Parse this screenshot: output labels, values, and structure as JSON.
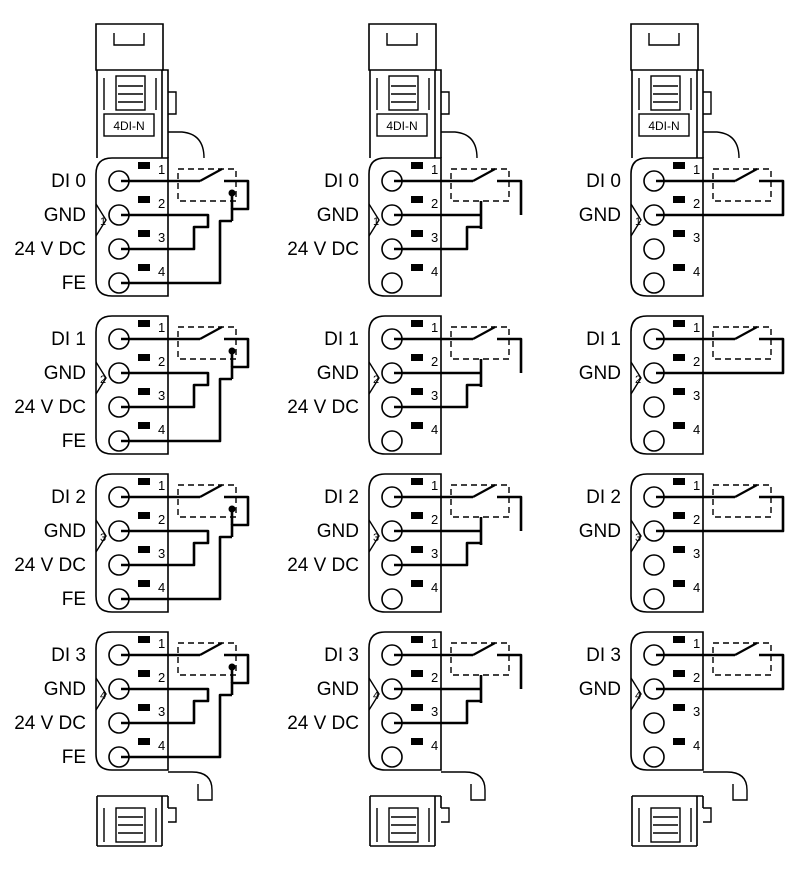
{
  "module_name": "4DI-N",
  "colors": {
    "line": "#000000",
    "background": "#ffffff"
  },
  "variants": [
    {
      "id": "four-wire",
      "blocks": [
        {
          "group": "1",
          "labels": [
            "DI 0",
            "GND",
            "24 V DC",
            "FE"
          ]
        },
        {
          "group": "2",
          "labels": [
            "DI 1",
            "GND",
            "24 V DC",
            "FE"
          ]
        },
        {
          "group": "3",
          "labels": [
            "DI 2",
            "GND",
            "24 V DC",
            "FE"
          ]
        },
        {
          "group": "4",
          "labels": [
            "DI 3",
            "GND",
            "24 V DC",
            "FE"
          ]
        }
      ]
    },
    {
      "id": "three-wire",
      "blocks": [
        {
          "group": "1",
          "labels": [
            "DI 0",
            "GND",
            "24 V DC"
          ]
        },
        {
          "group": "2",
          "labels": [
            "DI 1",
            "GND",
            "24 V DC"
          ]
        },
        {
          "group": "3",
          "labels": [
            "DI 2",
            "GND",
            "24 V DC"
          ]
        },
        {
          "group": "4",
          "labels": [
            "DI 3",
            "GND",
            "24 V DC"
          ]
        }
      ]
    },
    {
      "id": "two-wire",
      "blocks": [
        {
          "group": "1",
          "labels": [
            "DI 0",
            "GND"
          ]
        },
        {
          "group": "2",
          "labels": [
            "DI 1",
            "GND"
          ]
        },
        {
          "group": "3",
          "labels": [
            "DI 2",
            "GND"
          ]
        },
        {
          "group": "4",
          "labels": [
            "DI 3",
            "GND"
          ]
        }
      ]
    }
  ],
  "pins": [
    "1",
    "2",
    "3",
    "4"
  ]
}
